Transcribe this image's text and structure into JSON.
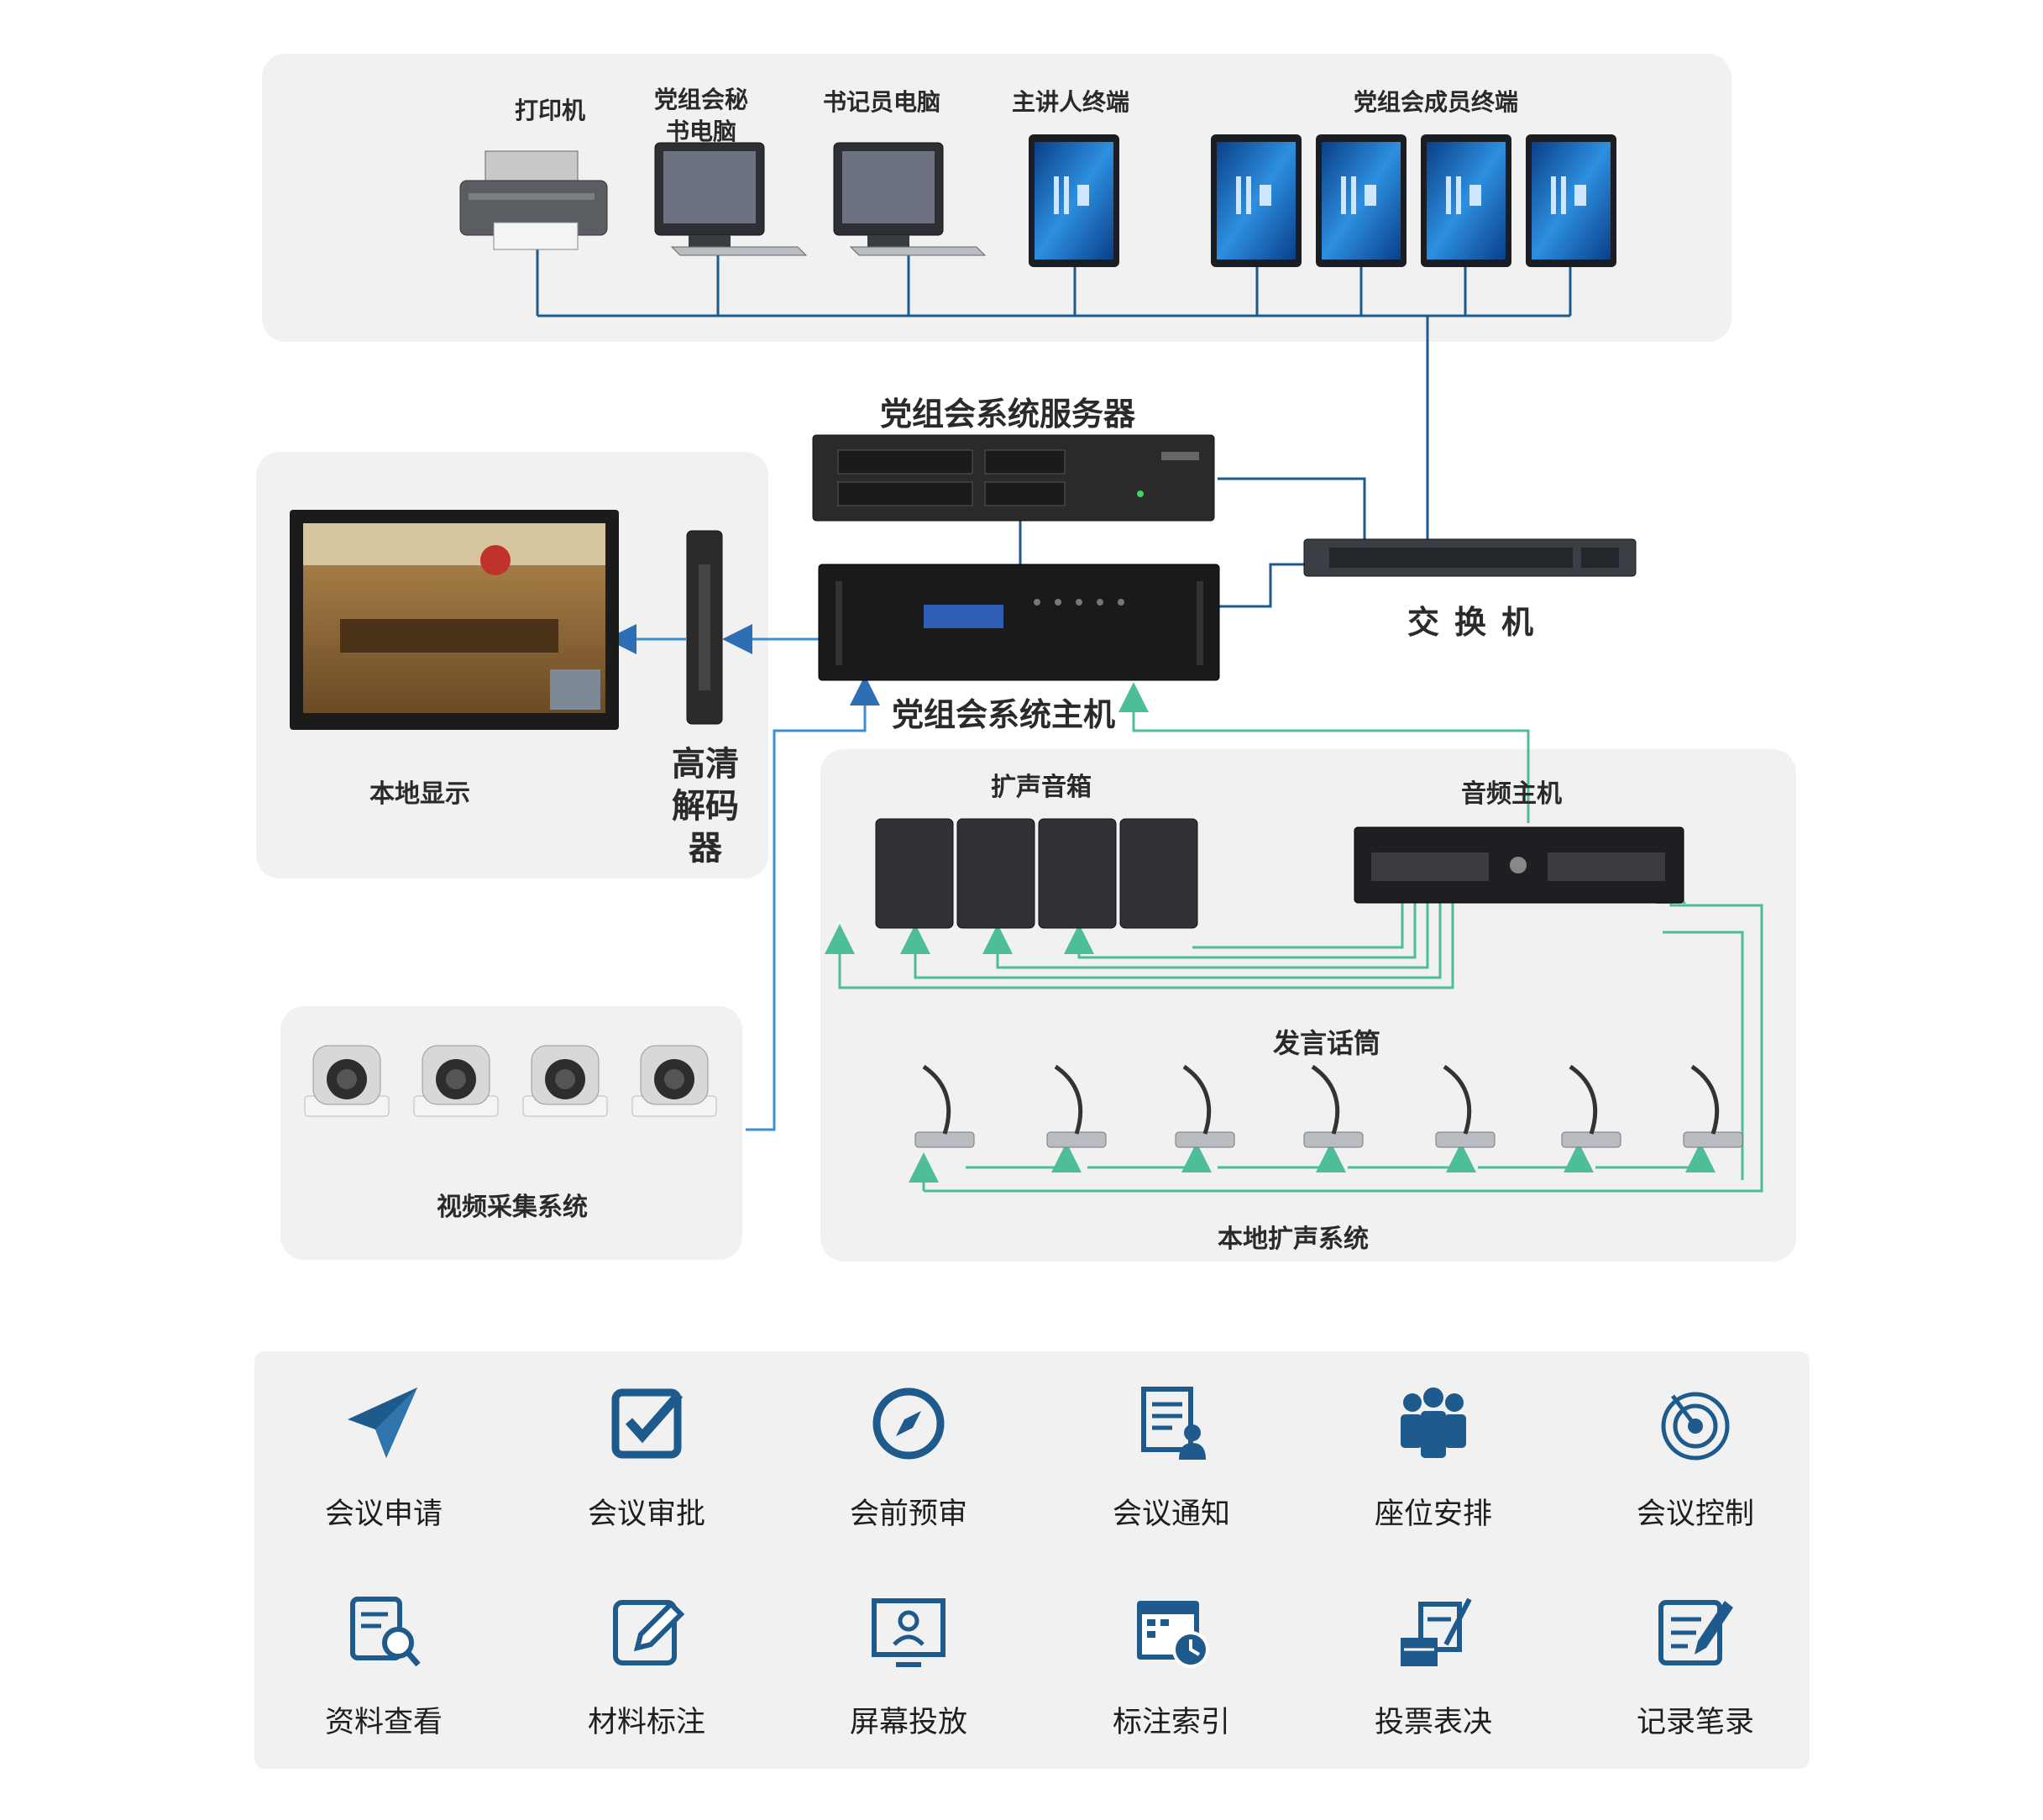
{
  "devices": {
    "printer": "打印机",
    "secretary_pc": "党组会秘书电脑",
    "clerk_pc": "书记员电脑",
    "speaker_terminal": "主讲人终端",
    "member_terminals": "党组会成员终端",
    "server": "党组会系统服务器",
    "switch": "交换机",
    "host": "党组会系统主机",
    "decoder": "高清解码器",
    "local_display": "本地显示",
    "video_capture": "视频采集系统",
    "speakers": "扩声音箱",
    "audio_host": "音频主机",
    "microphones": "发言话筒",
    "local_pa": "本地扩声系统"
  },
  "colors": {
    "panel": "#f1f1f1",
    "network_line": "#1e5a8c",
    "video_line": "#3b8fd0",
    "audio_line": "#4dbd9a",
    "icon_blue": "#1e5a8c"
  },
  "features": [
    {
      "label": "会议申请",
      "icon": "paper-plane-icon"
    },
    {
      "label": "会议审批",
      "icon": "checkbox-icon"
    },
    {
      "label": "会前预审",
      "icon": "compass-icon"
    },
    {
      "label": "会议通知",
      "icon": "notice-user-icon"
    },
    {
      "label": "座位安排",
      "icon": "team-icon"
    },
    {
      "label": "会议控制",
      "icon": "target-icon"
    },
    {
      "label": "资料查看",
      "icon": "document-search-icon"
    },
    {
      "label": "材料标注",
      "icon": "edit-icon"
    },
    {
      "label": "屏幕投放",
      "icon": "screen-user-icon"
    },
    {
      "label": "标注索引",
      "icon": "calendar-clock-icon"
    },
    {
      "label": "投票表决",
      "icon": "vote-icon"
    },
    {
      "label": "记录笔录",
      "icon": "note-pen-icon"
    }
  ]
}
